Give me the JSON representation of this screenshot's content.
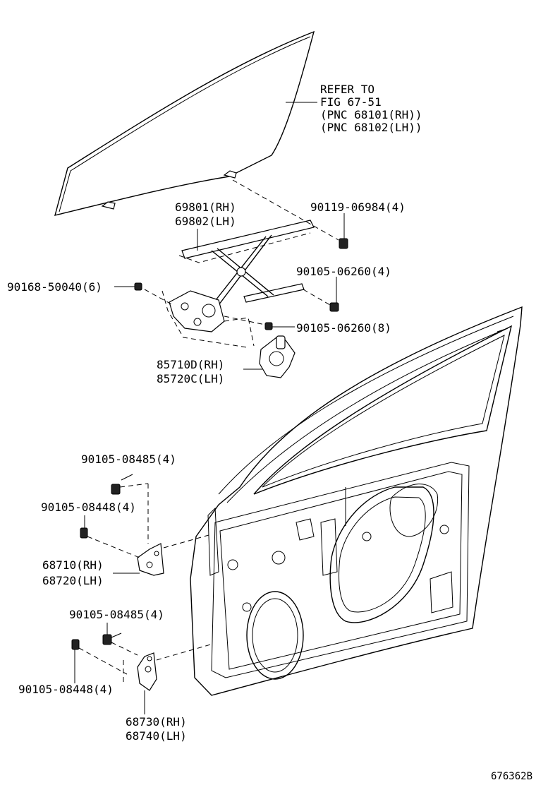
{
  "labels": {
    "refer": [
      "REFER TO",
      "FIG 67-51",
      "(PNC 68101(RH))",
      "(PNC 68102(LH))"
    ],
    "regulator": [
      "69801(RH)",
      "69802(LH)"
    ],
    "bolt_glass": "90119-06984(4)",
    "bolt_regulator": "90168-50040(6)",
    "bolt_upper": "90105-06260(4)",
    "bolt_motor": "90105-06260(8)",
    "motor": [
      "85710D(RH)",
      "85720C(LH)"
    ],
    "hinge_upper_bolt1": "90105-08485(4)",
    "hinge_upper_bolt2": "90105-08448(4)",
    "hinge_upper": [
      "68710(RH)",
      "68720(LH)"
    ],
    "hinge_lower_bolt1": "90105-08485(4)",
    "hinge_lower_bolt2": "90105-08448(4)",
    "hinge_lower": [
      "68730(RH)",
      "68740(LH)"
    ],
    "figure_id": "676362B"
  }
}
